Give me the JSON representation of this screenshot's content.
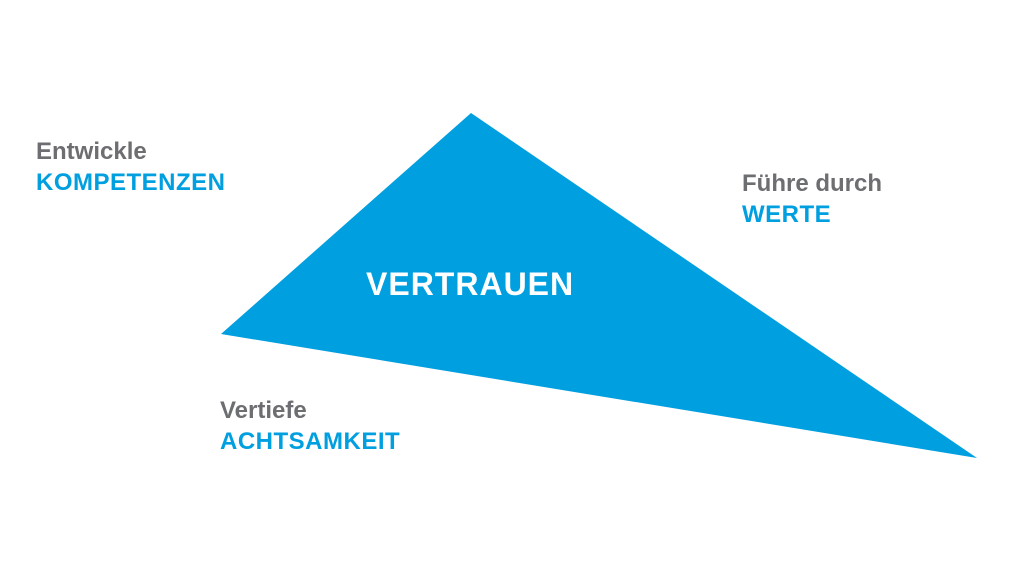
{
  "colors": {
    "accent": "#009fe0",
    "gray_text": "#6d6e71",
    "center_text": "#ffffff",
    "background": "#ffffff"
  },
  "center": {
    "label": "VERTRAUEN"
  },
  "labels": [
    {
      "id": "competence",
      "line1": "Entwickle",
      "line2": "KOMPETENZEN"
    },
    {
      "id": "values",
      "line1": "Führe durch",
      "line2": "WERTE"
    },
    {
      "id": "mindfulness",
      "line1": "Vertiefe",
      "line2": "ACHTSAMKEIT"
    }
  ]
}
